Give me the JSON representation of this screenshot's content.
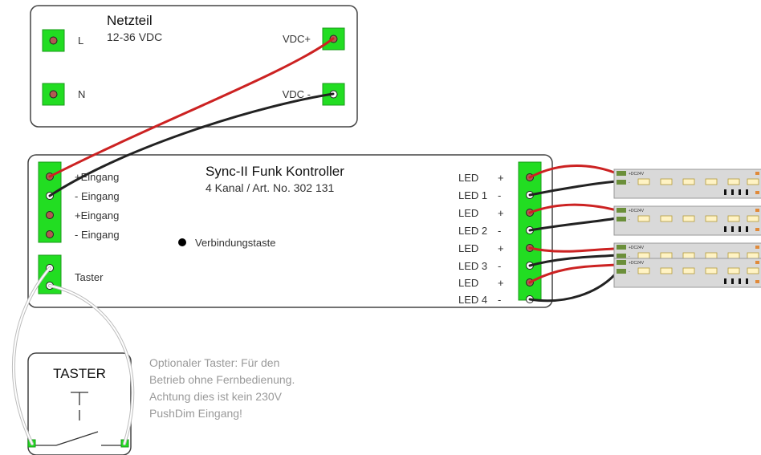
{
  "psu": {
    "title": "Netzteil",
    "voltage": "12-36 VDC",
    "terminal_l": "L",
    "terminal_n": "N",
    "vdc_plus": "VDC+",
    "vdc_minus": "VDC -"
  },
  "controller": {
    "title": "Sync-II Funk Kontroller",
    "subtitle": "4 Kanal / Art. No. 302 131",
    "inputs": [
      "+Eingang",
      "- Eingang",
      "+Eingang",
      "- Eingang"
    ],
    "button_label": "Verbindungstaste",
    "taster_label": "Taster",
    "led_terminals": [
      {
        "name": "LED",
        "sign": "+"
      },
      {
        "name": "LED 1",
        "sign": "-"
      },
      {
        "name": "LED",
        "sign": "+"
      },
      {
        "name": "LED 2",
        "sign": "-"
      },
      {
        "name": "LED",
        "sign": "+"
      },
      {
        "name": "LED 3",
        "sign": "-"
      },
      {
        "name": "LED",
        "sign": "+"
      },
      {
        "name": "LED 4",
        "sign": "-"
      }
    ]
  },
  "switch_box": {
    "title": "TASTER"
  },
  "led_strip": {
    "label": "+DC24V"
  },
  "note": [
    "Optionaler Taster: Für den",
    "Betrieb ohne Fernbedienung.",
    "Achtung dies ist kein 230V",
    "PushDim Eingang!"
  ],
  "colors": {
    "terminal_green": "#22dd22",
    "wire_red": "#cc2222",
    "wire_black": "#222222",
    "wire_white": "#e4e4e4",
    "note_text": "#9a9a9a"
  }
}
